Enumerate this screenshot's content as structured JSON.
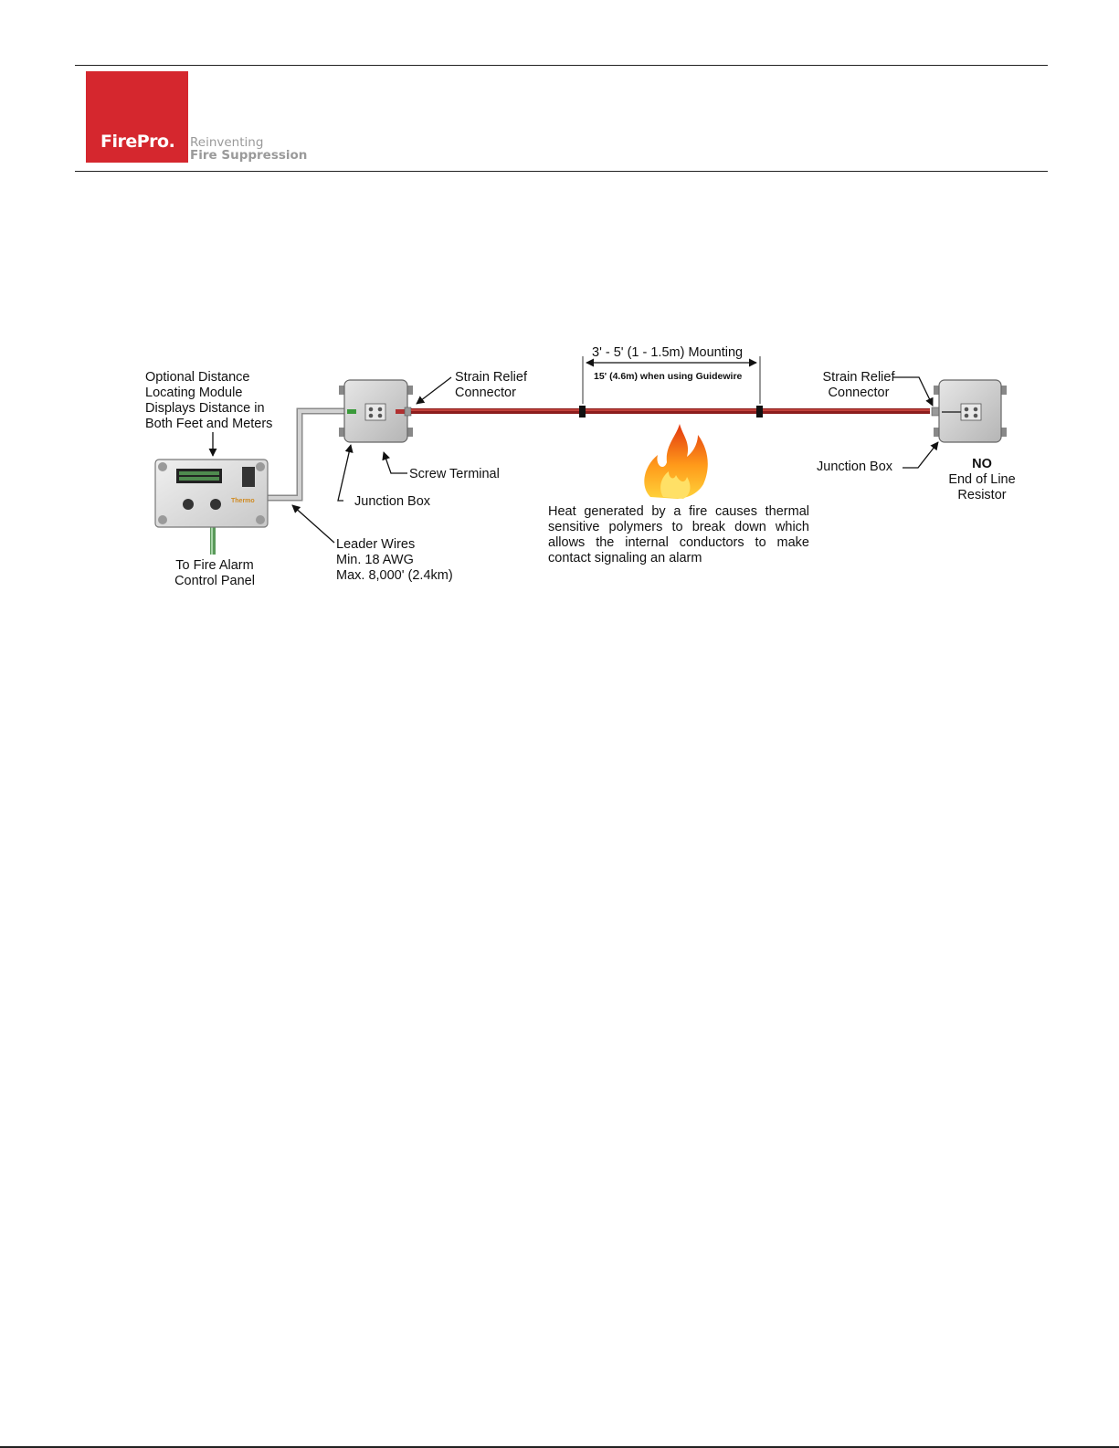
{
  "header": {
    "logo_text": "FirePro.",
    "tagline_line1": "Reinventing",
    "tagline_line2": "Fire Suppression"
  },
  "diagram": {
    "labels": {
      "optional_module": "Optional Distance\nLocating Module\nDisplays Distance in\nBoth Feet and Meters",
      "strain_relief_left": "Strain Relief\nConnector",
      "mounting": "3' - 5' (1 - 1.5m) Mounting",
      "guidewire": "15' (4.6m) when using Guidewire",
      "strain_relief_right": "Strain Relief\nConnector",
      "screw_terminal": "Screw Terminal",
      "junction_box_left": "Junction Box",
      "junction_box_right": "Junction Box",
      "no": "NO",
      "end_of_line": "End of Line\nResistor",
      "heat_text": "Heat generated by a fire causes thermal sensitive polymers to break down which allows the internal conductors to make contact signaling an alarm",
      "fire_alarm": "To Fire Alarm\nControl Panel",
      "leader_wires": "Leader Wires\nMin. 18 AWG\nMax. 8,000' (2.4km)",
      "module_brand": "Thermo"
    }
  }
}
